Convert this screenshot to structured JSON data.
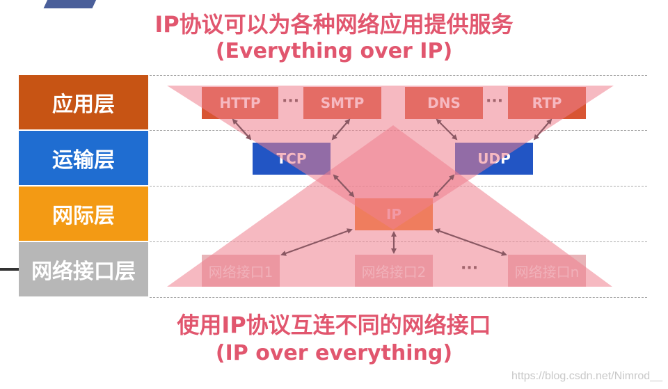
{
  "titles": {
    "top_line1": "IP协议可以为各种网络应用提供服务",
    "top_line2": "(Everything over IP)",
    "bottom_line1": "使用IP协议互连不同的网络接口",
    "bottom_line2": "(IP over everything)"
  },
  "layers": [
    {
      "label": "应用层",
      "color": "#c75414"
    },
    {
      "label": "运输层",
      "color": "#1f6dd1"
    },
    {
      "label": "网际层",
      "color": "#f39a14"
    },
    {
      "label": "网络接口层",
      "color": "#b7b7b7"
    }
  ],
  "protocols": {
    "http": "HTTP",
    "smtp": "SMTP",
    "dns": "DNS",
    "rtp": "RTP",
    "tcp": "TCP",
    "udp": "UDP",
    "ip": "IP",
    "if1": "网络接口1",
    "if2": "网络接口2",
    "ifn": "网络接口n",
    "ellipsis": "···"
  },
  "colors": {
    "app_box": "#d85533",
    "transport_box": "#2255c4",
    "ip_box": "#f07a24",
    "if_box": "#e8b4b8",
    "triangle": "#ee7f8e",
    "title": "#e1566e",
    "arrow": "#8a5863"
  },
  "watermark": "https://blog.csdn.net/Nimrod__"
}
